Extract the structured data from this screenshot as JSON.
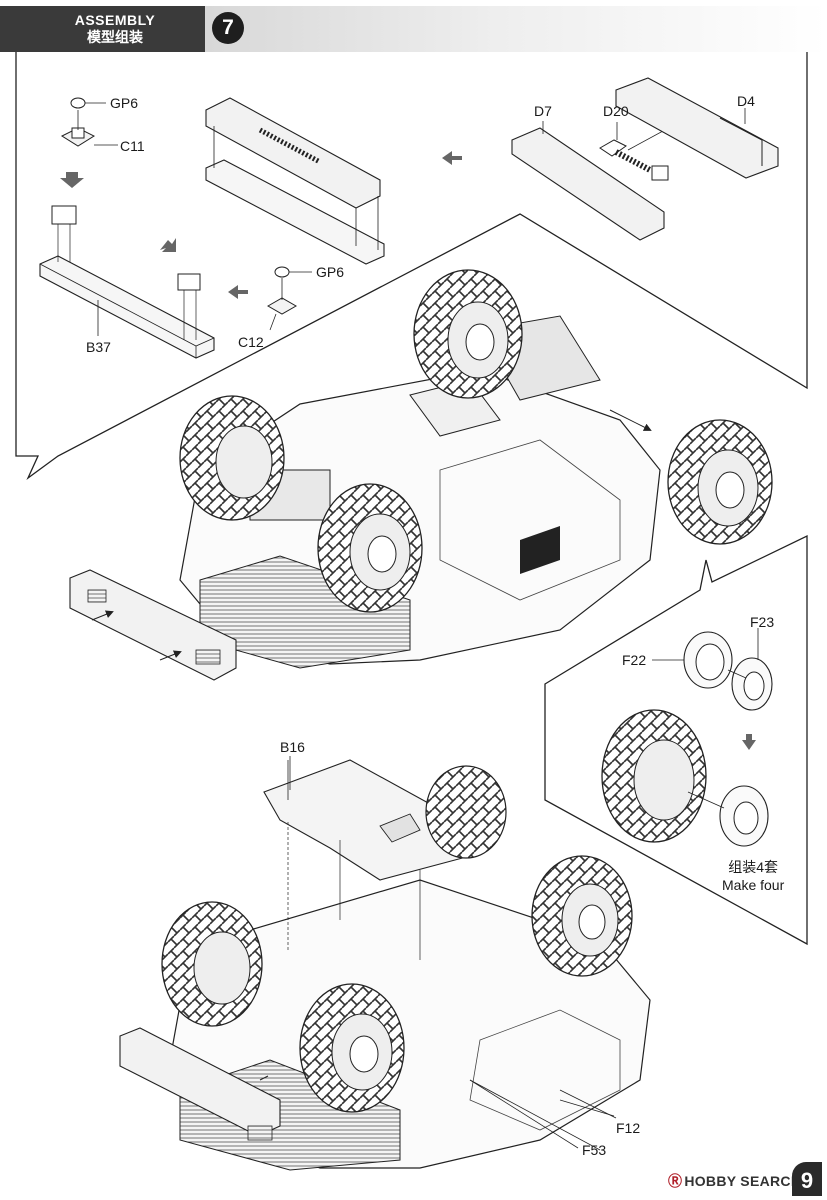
{
  "header": {
    "title_en": "ASSEMBLY",
    "title_zh": "模型组装",
    "step_number": "7"
  },
  "part_labels": {
    "gp6_top": "GP6",
    "c11": "C11",
    "gp6_mid": "GP6",
    "c12": "C12",
    "b37": "B37",
    "d7": "D7",
    "d20": "D20",
    "d4": "D4",
    "f23": "F23",
    "f22": "F22",
    "b16": "B16",
    "f12": "F12",
    "f53": "F53"
  },
  "wheel_note": {
    "zh": "组装4套",
    "en": "Make four"
  },
  "watermark": {
    "brand": "HOBBY SEARCH"
  },
  "page_number": "9"
}
